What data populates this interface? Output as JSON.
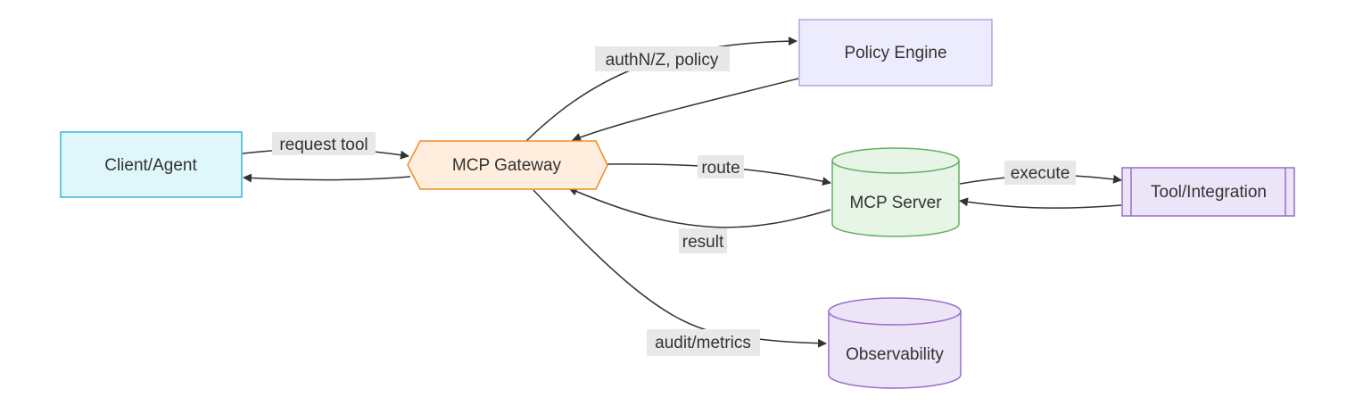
{
  "colors": {
    "edge": "#333333",
    "label_bg": "#e8e8e8",
    "text": "#333333"
  },
  "nodes": {
    "client": {
      "label": "Client/Agent",
      "fill": "#dff6fb",
      "stroke": "#3bb6d6"
    },
    "gateway": {
      "label": "MCP Gateway",
      "fill": "#ffeedd",
      "stroke": "#f08a24"
    },
    "policy": {
      "label": "Policy Engine",
      "fill": "#ececfe",
      "stroke": "#b3a3e0"
    },
    "server": {
      "label": "MCP Server",
      "fill": "#e6f5e6",
      "stroke": "#62b062"
    },
    "tool": {
      "label": "Tool/Integration",
      "fill": "#ece4f7",
      "stroke": "#9a6fcb"
    },
    "observability": {
      "label": "Observability",
      "fill": "#ece4f7",
      "stroke": "#9a6fcb"
    }
  },
  "edges": {
    "request_tool": "request tool",
    "authz_policy": "authN/Z, policy",
    "route": "route",
    "result": "result",
    "execute": "execute",
    "audit_metrics": "audit/metrics"
  }
}
